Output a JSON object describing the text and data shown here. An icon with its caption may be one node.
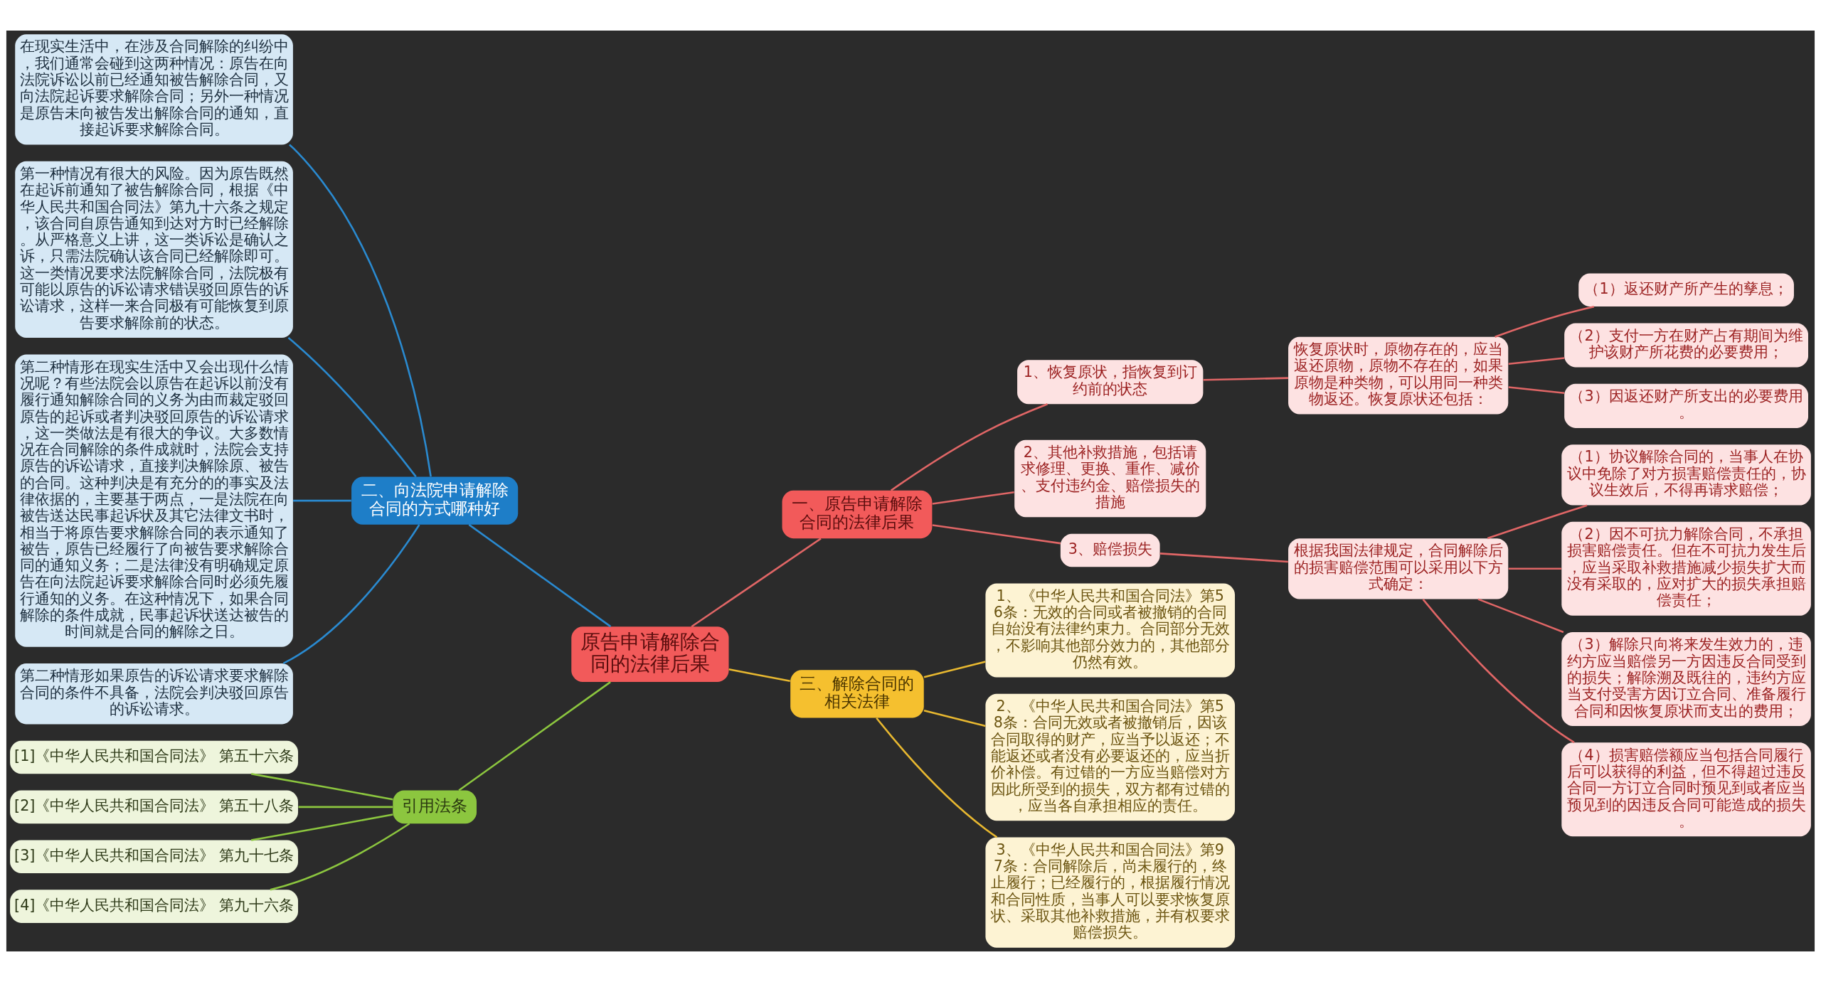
{
  "diagram": {
    "nodes": [
      {
        "text": [
          "原告申请解除合同的法律后果"
        ]
      },
      {
        "text": [
          "一、原告申请解除合同的法律后果"
        ]
      },
      {
        "text": [
          "1、恢复原状，指恢复到订约前的状态"
        ]
      },
      {
        "text": [
          "恢复原状时，原物存在的，应当返还原物，原物不存在的，如果原物是种类物，可以用同一种类物返还。恢复原状还包括："
        ]
      },
      {
        "text": [
          "（1）返还财产所产生的孳息；"
        ]
      },
      {
        "text": [
          "（2）支付一方在财产占有期间为维护该财产所花费的必要费用；"
        ]
      },
      {
        "text": [
          "（3）因返还财产所支出的必要费用。"
        ]
      },
      {
        "text": [
          "2、其他补救措施，包括请求修理、更换、重作、减价、支付违约金、赔偿损失的措施"
        ]
      },
      {
        "text": [
          "3、赔偿损失"
        ]
      },
      {
        "text": [
          "根据我国法律规定，合同解除后的损害赔偿范围可以采用以下方式确定："
        ]
      },
      {
        "text": [
          "（1）协议解除合同的，当事人在协议中免除了对方损害赔偿责任的，协议生效后，不得再请求赔偿；"
        ]
      },
      {
        "text": [
          "（2）因不可抗力解除合同，不承担损害赔偿责任。但在不可抗力发生后，应当采取补救措施减少损失扩大而没有采取的，应对扩大的损失承担赔偿责任；"
        ]
      },
      {
        "text": [
          "（3）解除只向将来发生效力的，违约方应当赔偿另一方因违反合同受到的损失；解除溯及既往的，违约方应当支付受害方因订立合同、准备履行合同和因恢复原状而支出的费用；"
        ]
      },
      {
        "text": [
          "（4）损害赔偿额应当包括合同履行后可以获得的利益，但不得超过违反合同一方订立合同时预见到或者应当预见到的因违反合同可能造成的损失。"
        ]
      },
      {
        "text": [
          "三、解除合同的相关法律"
        ]
      },
      {
        "text": [
          "1、《中华人民共和国合同法》第56条：无效的合同或者被撤销的合同自始没有法律约束力。合同部分无效，不影响其他部分效力的，其他部分仍然有效。"
        ]
      },
      {
        "text": [
          "2、《中华人民共和国合同法》第58条：合同无效或者被撤销后，因该合同取得的财产，应当予以返还；不能返还或者没有必要返还的，应当折价补偿。有过错的一方应当赔偿对方因此所受到的损失，双方都有过错的，应当各自承担相应的责任。"
        ]
      },
      {
        "text": [
          "3、《中华人民共和国合同法》第97条：合同解除后，尚未履行的，终止履行；已经履行的，根据履行情况和合同性质，当事人可以要求恢复原状、采取其他补救措施，并有权要求赔偿损失。"
        ]
      },
      {
        "text": [
          "二、向法院申请解除合同的方式哪种好"
        ]
      },
      {
        "text": [
          "在现实生活中，在涉及合同解除的纠纷中，我们通常会碰到这两种情况：原告在向法院诉讼以前已经通知被告解除合同，又向法院起诉要求解除合同；另外一种情况是原告未向被告发出解除合同的通知，直接起诉要求解除合同。"
        ]
      },
      {
        "text": [
          "第一种情况有很大的风险。因为原告既然在起诉前通知了被告解除合同，根据《中华人民共和国合同法》第九十六条之规定，该合同自原告通知到达对方时已经解除。从严格意义上讲，这一类诉讼是确认之诉，只需法院确认该合同已经解除即可。这一类情况要求法院解除合同，法院极有可能以原告的诉讼请求错误驳回原告的诉讼请求，这样一来合同极有可能恢复到原告要求解除前的状态。"
        ]
      },
      {
        "text": [
          "第二种情形在现实生活中又会出现什么情况呢？有些法院会以原告在起诉以前没有履行通知解除合同的义务为由而裁定驳回原告的起诉或者判决驳回原告的诉讼请求，这一类做法是有很大的争议。大多数情况在合同解除的条件成就时，法院会支持原告的诉讼请求，直接判决解除原、被告的合同。这种判决是有充分的的事实及法律依据的，主要基于两点，一是法院在向被告送达民事起诉状及其它法律文书时，相当于将原告要求解除合同的表示通知了被告，原告已经履行了向被告要求解除合同的通知义务；二是法律没有明确规定原告在向法院起诉要求解除合同时必须先履行通知的义务。在这种情况下，如果合同解除的条件成就，民事起诉状送达被告的时间就是合同的解除之日。"
        ]
      },
      {
        "text": [
          "第二种情形如果原告的诉讼请求要求解除合同的条件不具备，法院会判决驳回原告的诉讼请求。"
        ]
      },
      {
        "text": [
          "引用法条"
        ]
      },
      {
        "text": [
          "[1]《中华人民共和国合同法》 第五十六条"
        ]
      },
      {
        "text": [
          "[2]《中华人民共和国合同法》 第五十八条"
        ]
      },
      {
        "text": [
          "[3]《中华人民共和国合同法》 第九十七条"
        ]
      },
      {
        "text": [
          "[4]《中华人民共和国合同法》 第九十六条"
        ]
      }
    ],
    "edges": [
      {
        "from": 0,
        "to": 1,
        "arrow": "none"
      },
      {
        "from": 1,
        "to": 2,
        "arrow": "none"
      },
      {
        "from": 2,
        "to": 3,
        "arrow": "none"
      },
      {
        "from": 3,
        "to": 4,
        "arrow": "none"
      },
      {
        "from": 3,
        "to": 5,
        "arrow": "none"
      },
      {
        "from": 3,
        "to": 6,
        "arrow": "none"
      },
      {
        "from": 1,
        "to": 7,
        "arrow": "none"
      },
      {
        "from": 1,
        "to": 8,
        "arrow": "none"
      },
      {
        "from": 8,
        "to": 9,
        "arrow": "none"
      },
      {
        "from": 9,
        "to": 10,
        "arrow": "none"
      },
      {
        "from": 9,
        "to": 11,
        "arrow": "none"
      },
      {
        "from": 9,
        "to": 12,
        "arrow": "none"
      },
      {
        "from": 9,
        "to": 13,
        "arrow": "none"
      },
      {
        "from": 0,
        "to": 14,
        "arrow": "none",
        "color": "#e8b830"
      },
      {
        "from": 14,
        "to": 15,
        "arrow": "none",
        "color": "#e8b830"
      },
      {
        "from": 14,
        "to": 16,
        "arrow": "none",
        "color": "#e8b830"
      },
      {
        "from": 14,
        "to": 17,
        "arrow": "none",
        "color": "#e8b830"
      },
      {
        "from": 0,
        "to": 18,
        "arrow": "none",
        "color": "#2a8ad0"
      },
      {
        "from": 18,
        "to": 19,
        "arrow": "none",
        "color": "#2a8ad0"
      },
      {
        "from": 18,
        "to": 20,
        "arrow": "none",
        "color": "#2a8ad0"
      },
      {
        "from": 18,
        "to": 21,
        "arrow": "none",
        "color": "#2a8ad0"
      },
      {
        "from": 18,
        "to": 22,
        "arrow": "none",
        "color": "#2a8ad0"
      },
      {
        "from": 0,
        "to": 23,
        "arrow": "none",
        "color": "#8cc63f"
      },
      {
        "from": 23,
        "to": 24,
        "arrow": "none",
        "color": "#8cc63f"
      },
      {
        "from": 23,
        "to": 25,
        "arrow": "none",
        "color": "#8cc63f"
      },
      {
        "from": 23,
        "to": 26,
        "arrow": "none",
        "color": "#8cc63f"
      },
      {
        "from": 23,
        "to": 27,
        "arrow": "none",
        "color": "#8cc63f"
      }
    ]
  }
}
